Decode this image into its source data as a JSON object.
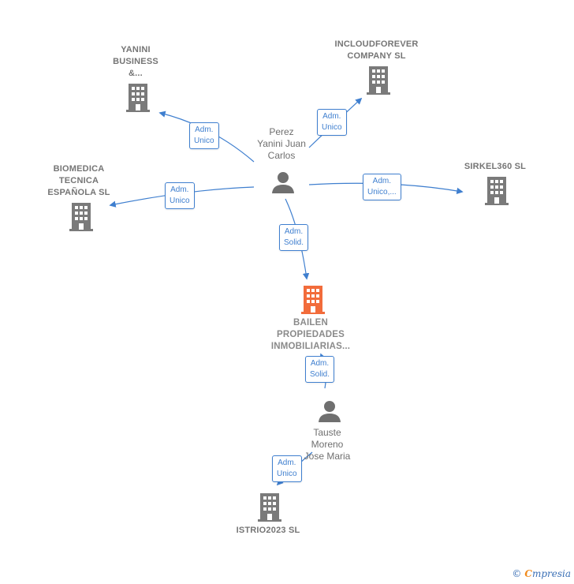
{
  "colors": {
    "edge": "#3f7fcf",
    "company_icon": "#7a7a7a",
    "focus_icon": "#f26c3b",
    "person_icon": "#6f6f6f"
  },
  "nodes": {
    "yanini_business": "YANINI\nBUSINESS\n&...",
    "incloudforever": "INCLOUDFOREVER\nCOMPANY  SL",
    "biomedica": "BIOMEDICA\nTECNICA\nESPAÑOLA SL",
    "sirkel360": "SIRKEL360  SL",
    "bailen": "BAILEN\nPROPIEDADES\nINMOBILIARIAS...",
    "istrio2023": "ISTRIO2023  SL",
    "perez": "Perez\nYanini Juan\nCarlos",
    "tauste": "Tauste\nMoreno\nJose Maria"
  },
  "edges": {
    "to_yanini": "Adm.\nUnico",
    "to_incloud": "Adm.\nUnico",
    "to_biomedica": "Adm.\nUnico",
    "to_sirkel": "Adm.\nUnico,...",
    "perez_bailen": "Adm.\nSolid.",
    "tauste_bailen": "Adm.\nSolid.",
    "to_istrio": "Adm.\nUnico"
  },
  "brand": {
    "copyright": "©",
    "initial": "C",
    "name": "mpresia"
  }
}
